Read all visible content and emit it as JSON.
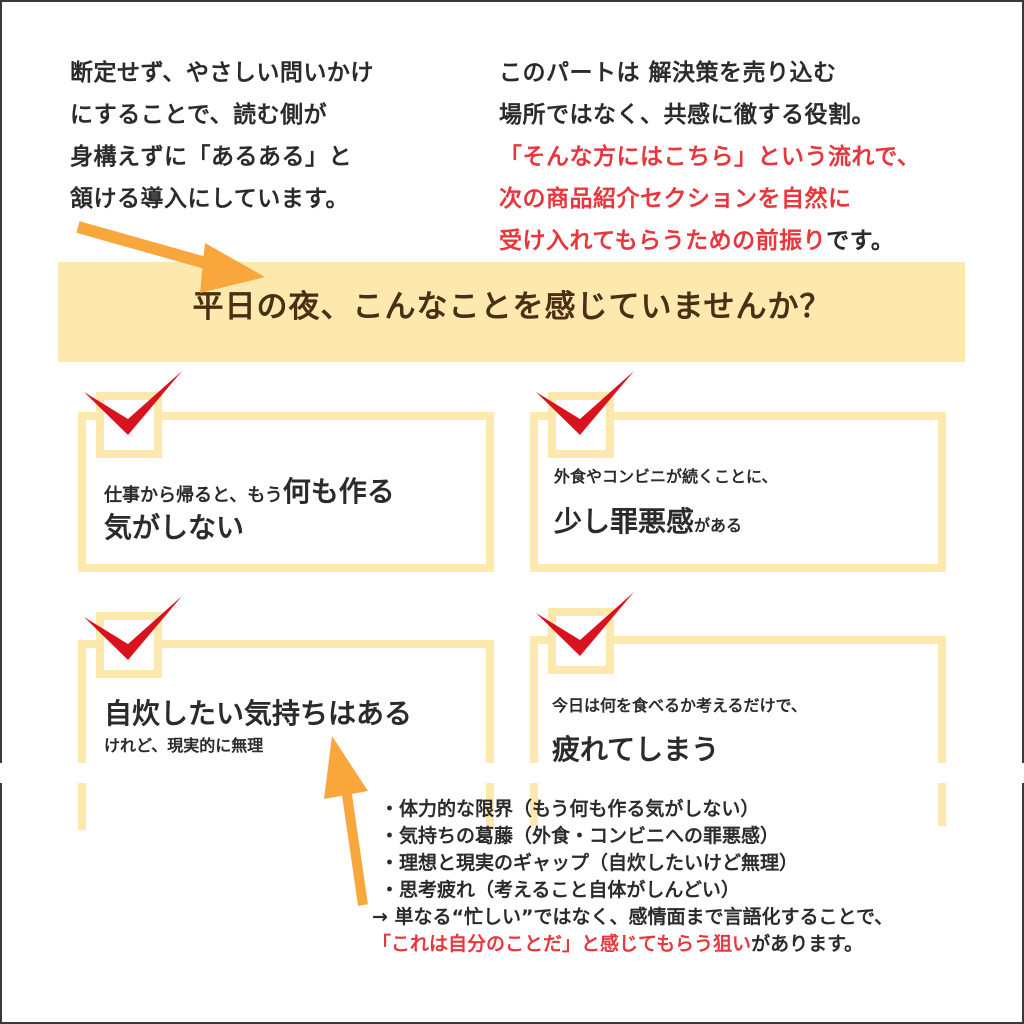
{
  "annotations": {
    "left_note": {
      "lines": [
        "断定せず、やさしい問いかけ",
        "にすることで、読む側が",
        "身構えずに「あるある」と",
        "頷ける導入にしています。"
      ]
    },
    "right_note": {
      "line1": "このパートは 解決策を売り込む",
      "line2": "場所ではなく、共感に徹する役割。",
      "line3_red": "「そんな方にはこちら」という流れで、",
      "line4_red": "次の商品紹介セクションを自然に",
      "line5_red": "受け入れてもらうための前振り",
      "line5_black": "です。"
    }
  },
  "banner": {
    "title": "平日の夜、こんなことを感じていませんか？",
    "background": "#fde9ad",
    "text_color": "#4a2f14"
  },
  "cards": [
    {
      "small_prefix": "仕事から帰ると、もう",
      "large_1": "何も作る",
      "large_2": "気がしない"
    },
    {
      "small_line": "外食やコンビニが続くことに、",
      "large": "少し罪悪感",
      "small_suffix": "がある"
    },
    {
      "large": "自炊したい気持ちはある",
      "small_line": "けれど、現実的に無理"
    },
    {
      "small_line": "今日は何を食べるか考えるだけで、",
      "large": "疲れてしまう"
    }
  ],
  "summary": {
    "bullets": [
      "・体力的な限界（もう何も作る気がしない）",
      "・気持ちの葛藤（外食・コンビニへの罪悪感）",
      "・理想と現実のギャップ（自炊したいけど無理）",
      "・思考疲れ（考えること自体がしんどい）"
    ],
    "conclusion": "→ 単なる“忙しい”ではなく、感情面まで言語化することで、",
    "final_red": "「これは自分のことだ」と感じてもらう狙い",
    "final_black": "があります。"
  },
  "colors": {
    "accent_red": "#e8363d",
    "check_red": "#d9121f",
    "arrow_orange": "#f9a63d",
    "card_border": "#fde9ad",
    "text": "#2b2b2b"
  }
}
